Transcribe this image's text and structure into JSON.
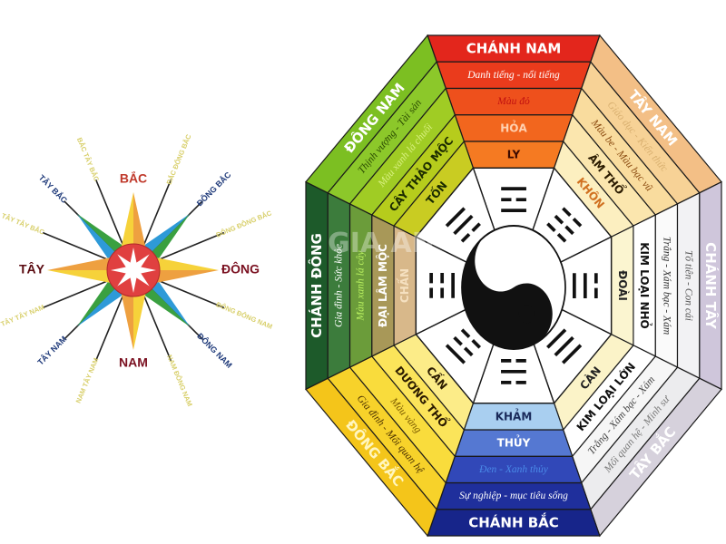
{
  "compass": {
    "cardinal": [
      {
        "key": "north",
        "label": "BẮC",
        "angle": 0,
        "color": "#c0392b"
      },
      {
        "key": "east",
        "label": "ĐÔNG",
        "angle": 90,
        "color": "#7a1020"
      },
      {
        "key": "south",
        "label": "NAM",
        "angle": 180,
        "color": "#7a1020"
      },
      {
        "key": "west",
        "label": "TÂY",
        "angle": 270,
        "color": "#5a0a10"
      }
    ],
    "intercardinal": [
      {
        "label": "ĐÔNG BẮC",
        "angle": 45
      },
      {
        "label": "ĐÔNG NAM",
        "angle": 135
      },
      {
        "label": "TÂY NAM",
        "angle": 225
      },
      {
        "label": "TÂY BẮC",
        "angle": 315
      }
    ],
    "secondary": [
      {
        "label": "BẮC ĐÔNG BẮC",
        "angle": 22.5
      },
      {
        "label": "ĐÔNG ĐÔNG BẮC",
        "angle": 67.5
      },
      {
        "label": "ĐÔNG ĐÔNG NAM",
        "angle": 112.5
      },
      {
        "label": "NAM ĐÔNG NAM",
        "angle": 157.5
      },
      {
        "label": "NAM TÂY NAM",
        "angle": 202.5
      },
      {
        "label": "TÂY TÂY NAM",
        "angle": 247.5
      },
      {
        "label": "TÂY TÂY BẮC",
        "angle": 292.5
      },
      {
        "label": "BẮC TÂY BẮC",
        "angle": 337.5
      }
    ],
    "colors": {
      "intercardinal_text": "#1f3a7a",
      "secondary_text": "#d8cf6a",
      "star_yellow": "#f6d23a",
      "star_orange": "#eea040",
      "star_blue": "#2e9ad8",
      "star_green": "#3aa040",
      "center_red": "#e04040"
    }
  },
  "bagua": {
    "sectors": [
      {
        "key": "nam",
        "bands": [
          "CHÁNH NAM",
          "Danh tiếng - nổi tiếng",
          "Màu đỏ",
          "HỎA",
          "LY"
        ],
        "colors": [
          "#e3261c",
          "#ea3b1c",
          "#ee501c",
          "#f2661e",
          "#f57a22"
        ],
        "text": [
          "#ffffff",
          "#ffffff",
          "#c01010",
          "#ffd0b0",
          "#3a0a00"
        ],
        "trigram": "☲"
      },
      {
        "key": "tay-nam",
        "bands": [
          "TÂY NAM",
          "Giáo dục - Kiến thức",
          "Màu be - Màu bạc vũ",
          "ÂM THỔ",
          "KHÔN"
        ],
        "colors": [
          "#f3bf86",
          "#f7d296",
          "#f9dc9e",
          "#fbe6ae",
          "#fcefc0"
        ],
        "text": [
          "#ffffff",
          "#d9b070",
          "#8a4a10",
          "#2a1a00",
          "#d07020"
        ],
        "trigram": "☷"
      },
      {
        "key": "tay",
        "bands": [
          "CHÁNH TÂY",
          "Tổ tiên - Con cái",
          "Trắng - Xám bạc - Xám",
          "KIM LOẠI NHỎ",
          "ĐOÀI"
        ],
        "colors": [
          "#cfc6db",
          "#f2f2f4",
          "#fafafa",
          "#ffffff",
          "#fbf5d0"
        ],
        "text": [
          "#ffffff",
          "#555555",
          "#333333",
          "#111111",
          "#222222"
        ],
        "trigram": "☱"
      },
      {
        "key": "tay-bac",
        "bands": [
          "TÂY BẮC",
          "Mối quan hệ - Minh sư",
          "Trắng - Xám bạc - Xám",
          "KIM LOẠI LỚN",
          "CÀN"
        ],
        "colors": [
          "#d6d1dc",
          "#ececee",
          "#f6f6f6",
          "#ffffff",
          "#fbf3c8"
        ],
        "text": [
          "#ffffff",
          "#777777",
          "#444444",
          "#111111",
          "#222222"
        ],
        "trigram": "☰"
      },
      {
        "key": "bac",
        "bands": [
          "CHÁNH BẮC",
          "Sự nghiệp - mục tiêu sống",
          "Đen - Xanh thủy",
          "THỦY",
          "KHẢM"
        ],
        "colors": [
          "#17258a",
          "#1f2f9c",
          "#3148b8",
          "#5578d2",
          "#a9cff0"
        ],
        "text": [
          "#ffffff",
          "#ffffff",
          "#4a8ae8",
          "#ffffff",
          "#1a2a5a"
        ],
        "trigram": "☵"
      },
      {
        "key": "dong-bac",
        "bands": [
          "ĐÔNG BẮC",
          "Gia đình - Mối quan hệ",
          "Màu vàng",
          "DƯƠNG THỔ",
          "CẤN"
        ],
        "colors": [
          "#f4c51a",
          "#f7d22a",
          "#f9dc3c",
          "#fbe45a",
          "#fcec88"
        ],
        "text": [
          "#fff6c0",
          "#4a3000",
          "#7a5a00",
          "#2a1a00",
          "#2a1a00"
        ],
        "trigram": "☶"
      },
      {
        "key": "dong",
        "bands": [
          "CHÁNH ĐÔNG",
          "Gia đình - Sức khỏe",
          "Màu xanh lá cây",
          "ĐẠI LÂM MỘC",
          "CHẤN"
        ],
        "colors": [
          "#1d5a2a",
          "#3c7c3c",
          "#6b9c3a",
          "#a89858",
          "#d8b88a"
        ],
        "text": [
          "#ffffff",
          "#ffffff",
          "#b8f060",
          "#ffffff",
          "#f5e0c0"
        ],
        "trigram": "☳"
      },
      {
        "key": "dong-nam",
        "bands": [
          "ĐÔNG NAM",
          "Thịnh vượng - Tài sản",
          "Màu xanh lá chuối",
          "CÂY THẢO MỘC",
          "TỐN"
        ],
        "colors": [
          "#7cbf22",
          "#8cc82a",
          "#a0cc24",
          "#b6cc1c",
          "#c9cc22"
        ],
        "text": [
          "#ffffff",
          "#2a4a00",
          "#d8f080",
          "#1a2a00",
          "#1a2a00"
        ],
        "trigram": "☴"
      }
    ],
    "watermark": "GIA AN"
  }
}
